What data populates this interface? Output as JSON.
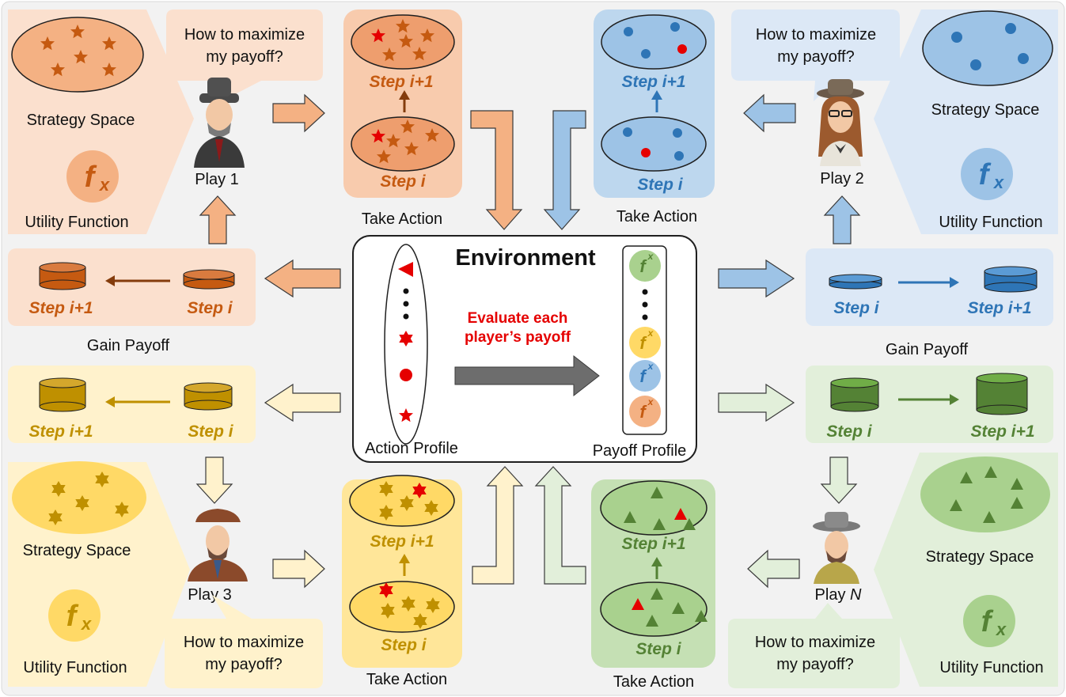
{
  "colors": {
    "orange_fill": "#FBE0CE",
    "orange_deep": "#C55A11",
    "orange_mid": "#F4B183",
    "orange_ell": "#EE9E6E",
    "blue_fill": "#DCE8F6",
    "blue_deep": "#2E75B6",
    "blue_mid": "#9DC3E6",
    "yellow_fill": "#FFF2CC",
    "yellow_deep": "#BF9000",
    "yellow_mid": "#FFD966",
    "green_fill": "#E2EFDA",
    "green_deep": "#548235",
    "green_mid": "#A9D18E",
    "red": "#E50000",
    "env_arrow": "#6D6D6D"
  },
  "environment": {
    "title": "Environment",
    "evaluate_line1": "Evaluate each",
    "evaluate_line2": "player’s payoff",
    "action_profile_label": "Action Profile",
    "payoff_profile_label": "Payoff Profile",
    "fx_symbol": "f",
    "fx_subscript": "x"
  },
  "player1": {
    "name": "Play 1",
    "thought_line1": "How to maximize",
    "thought_line2": "my payoff?",
    "strategy_label": "Strategy Space",
    "utility_label": "Utility Function",
    "take_action_label": "Take Action",
    "gain_payoff_label": "Gain Payoff",
    "step_next": "Step i+1",
    "step_cur": "Step i"
  },
  "player2": {
    "name": "Play 2",
    "thought_line1": "How to maximize",
    "thought_line2": "my payoff?",
    "strategy_label": "Strategy Space",
    "utility_label": "Utility Function",
    "take_action_label": "Take Action",
    "gain_payoff_label": "Gain Payoff",
    "step_next": "Step i+1",
    "step_cur": "Step i"
  },
  "player3": {
    "name": "Play 3",
    "thought_line1": "How to maximize",
    "thought_line2": "my payoff?",
    "strategy_label": "Strategy Space",
    "utility_label": "Utility Function",
    "take_action_label": "Take Action",
    "step_next": "Step i+1",
    "step_cur": "Step i"
  },
  "playerN": {
    "name_prefix": "Play ",
    "name_var": "N",
    "thought_line1": "How to maximize",
    "thought_line2": "my payoff?",
    "strategy_label": "Strategy Space",
    "utility_label": "Utility Function",
    "take_action_label": "Take Action",
    "step_next": "Step i+1",
    "step_cur": "Step i"
  },
  "icons": {
    "player_avatar": "person-icon",
    "payoff_stack": "cylinder-icon",
    "utility": "fx-icon",
    "strategy_mark_p1": "star-icon",
    "strategy_mark_p2": "circle-icon",
    "strategy_mark_p3": "six-point-star-icon",
    "strategy_mark_pN": "triangle-icon"
  }
}
